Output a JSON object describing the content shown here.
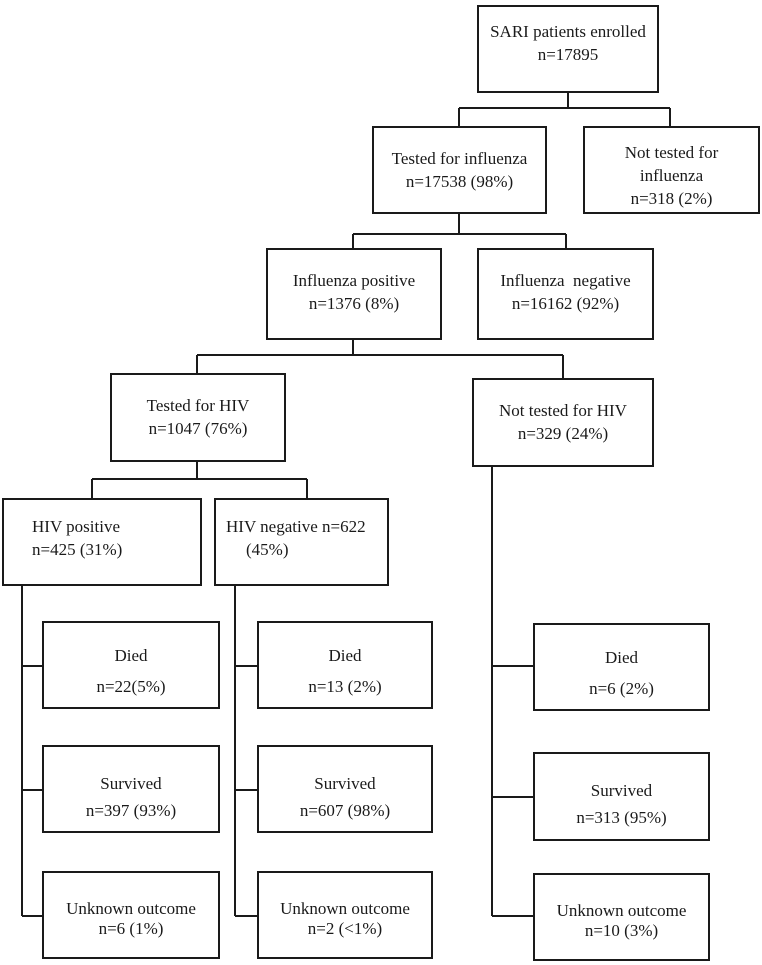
{
  "nodes": {
    "enrolled": {
      "title": "SARI patients enrolled",
      "count": "n=17895"
    },
    "tested_flu": {
      "title": "Tested for influenza",
      "count": "n=17538 (98%)"
    },
    "not_tested_flu": {
      "title": "Not tested for influenza",
      "count": "n=318 (2%)"
    },
    "flu_pos": {
      "title": "Influenza positive",
      "count": "n=1376 (8%)"
    },
    "flu_neg": {
      "title": "Influenza  negative",
      "count": "n=16162 (92%)"
    },
    "tested_hiv": {
      "title": "Tested for HIV",
      "count": "n=1047 (76%)"
    },
    "not_tested_hiv": {
      "title": "Not tested for HIV",
      "count": "n=329 (24%)"
    },
    "hiv_pos": {
      "title": "HIV positive",
      "count": "n=425 (31%)"
    },
    "hiv_neg": {
      "title": "HIV negative n=622",
      "count": "(45%)"
    },
    "pos_died": {
      "title": "Died",
      "count": "n=22(5%)"
    },
    "pos_survived": {
      "title": "Survived",
      "count": "n=397 (93%)"
    },
    "pos_unknown": {
      "title": "Unknown outcome",
      "count": "n=6 (1%)"
    },
    "neg_died": {
      "title": "Died",
      "count": "n=13 (2%)"
    },
    "neg_survived": {
      "title": "Survived",
      "count": "n=607 (98%)"
    },
    "neg_unknown": {
      "title": "Unknown outcome",
      "count": "n=2 (<1%)"
    },
    "nt_died": {
      "title": "Died",
      "count": "n=6 (2%)"
    },
    "nt_survived": {
      "title": "Survived",
      "count": "n=313 (95%)"
    },
    "nt_unknown": {
      "title": "Unknown outcome",
      "count": "n=10 (3%)"
    }
  }
}
